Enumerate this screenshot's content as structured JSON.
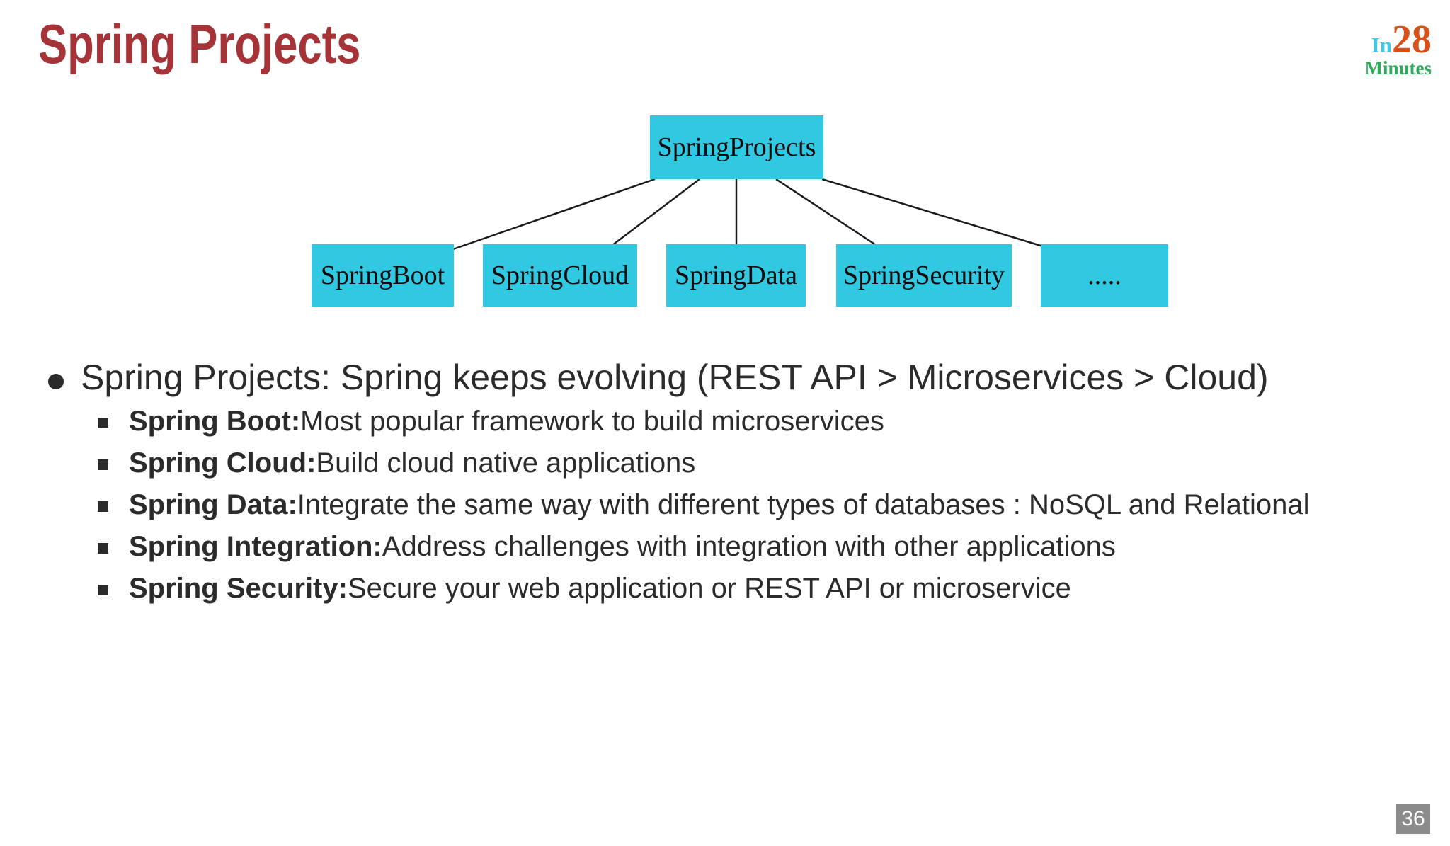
{
  "slide": {
    "title": "Spring Projects",
    "page_number": "36"
  },
  "logo": {
    "part_in": "In",
    "part_28": "28",
    "part_minutes": "Minutes"
  },
  "colors": {
    "title_red": "#A63338",
    "box_cyan": "#31C8E2",
    "logo_cyan": "#3FC8E8",
    "logo_orange": "#D8501A",
    "logo_green": "#2FA95C",
    "body_text": "#2b2b2b",
    "page_badge_gray": "#8B8B8B"
  },
  "diagram": {
    "root_label": "SpringProjects",
    "children": [
      "SpringBoot",
      "SpringCloud",
      "SpringData",
      "SpringSecurity",
      "....."
    ]
  },
  "content": {
    "main_bullet": "Spring Projects: Spring keeps evolving (REST API > Microservices > Cloud)",
    "sub_bullets": [
      {
        "lead": "Spring Boot:",
        "rest": " Most popular framework to build microservices"
      },
      {
        "lead": "Spring Cloud:",
        "rest": " Build cloud native applications"
      },
      {
        "lead": "Spring Data:",
        "rest": " Integrate the same way with different types of databases : NoSQL and Relational"
      },
      {
        "lead": "Spring Integration:",
        "rest": " Address challenges with integration with other applications"
      },
      {
        "lead": "Spring Security:",
        "rest": " Secure your web application or REST API or microservice"
      }
    ]
  }
}
